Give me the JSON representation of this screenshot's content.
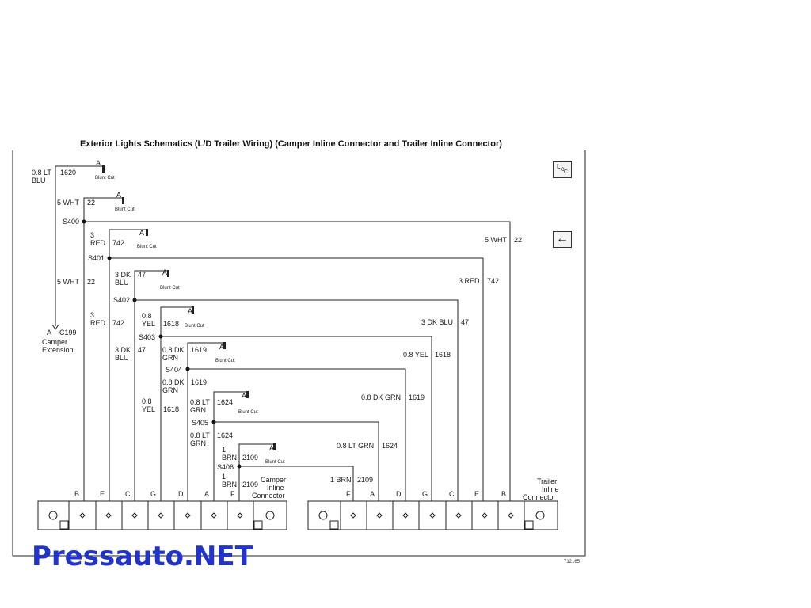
{
  "title": "Exterior Lights Schematics (L/D Trailer Wiring) (Camper Inline Connector and Trailer Inline Connector)",
  "figure_number": "712165",
  "watermark": "Pressauto.NET",
  "icons": {
    "loc": "location-icon",
    "back": "back-arrow-icon"
  },
  "loc_icon_text": {
    "l": "L",
    "o": "O",
    "c": "C"
  },
  "back_arrow_glyph": "←",
  "blunt_cut_label": "Blunt Cut",
  "blunt_cut_pin": "A",
  "splices": [
    "S400",
    "S401",
    "S402",
    "S403",
    "S404",
    "S405",
    "S406"
  ],
  "left_labels": {
    "w1620_gauge": "0.8 LT",
    "w1620_color": "BLU",
    "w1620_circuit": "1620",
    "w22a_gauge": "5 WHT",
    "w22a_circuit": "22",
    "w742a_gauge": "3",
    "w742a_color": "RED",
    "w742a_circuit": "742",
    "w22b_gauge": "5 WHT",
    "w22b_circuit": "22",
    "w47a_gauge": "3 DK",
    "w47a_color": "BLU",
    "w47a_circuit": "47",
    "w742b_gauge": "3",
    "w742b_color": "RED",
    "w742b_circuit": "742",
    "w1618a_gauge": "0.8",
    "w1618a_color": "YEL",
    "w1618a_circuit": "1618",
    "w47b_gauge": "3 DK",
    "w47b_color": "BLU",
    "w47b_circuit": "47",
    "w1619a_gauge": "0.8 DK",
    "w1619a_color": "GRN",
    "w1619a_circuit": "1619",
    "w1619b_gauge": "0.8 DK",
    "w1619b_color": "GRN",
    "w1619b_circuit": "1619",
    "w1618b_gauge": "0.8",
    "w1618b_color": "YEL",
    "w1618b_circuit": "1618",
    "w1624a_gauge": "0.8 LT",
    "w1624a_color": "GRN",
    "w1624a_circuit": "1624",
    "w1624b_gauge": "0.8 LT",
    "w1624b_color": "GRN",
    "w1624b_circuit": "1624",
    "w2109a_gauge": "1",
    "w2109a_color": "BRN",
    "w2109a_circuit": "2109",
    "w2109b_gauge": "1",
    "w2109b_color": "BRN",
    "w2109b_circuit": "2109"
  },
  "right_labels": {
    "r22": "5 WHT",
    "r22c": "22",
    "r742": "3 RED",
    "r742c": "742",
    "r47": "3 DK BLU",
    "r47c": "47",
    "r1618": "0.8 YEL",
    "r1618c": "1618",
    "r1619": "0.8 DK GRN",
    "r1619c": "1619",
    "r1624": "0.8 LT GRN",
    "r1624c": "1624",
    "r2109": "1 BRN",
    "r2109c": "2109"
  },
  "c199": {
    "pin": "A",
    "name": "C199",
    "line1": "Camper",
    "line2": "Extension"
  },
  "camper_connector": {
    "line1": "Camper",
    "line2": "Inline",
    "line3": "Connector",
    "pins": [
      "B",
      "E",
      "C",
      "G",
      "D",
      "A",
      "F"
    ]
  },
  "trailer_connector": {
    "line1": "Trailer",
    "line2": "Inline",
    "line3": "Connector",
    "pins": [
      "F",
      "A",
      "D",
      "G",
      "C",
      "E",
      "B"
    ]
  }
}
